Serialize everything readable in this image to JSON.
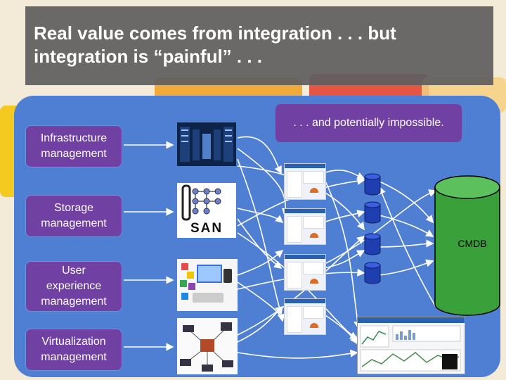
{
  "title": {
    "line1": "Real value comes from integration . . . but",
    "line2": "integration is “painful” . . ."
  },
  "callout": ". . . and potentially impossible.",
  "management_boxes": [
    {
      "line1": "Infrastructure",
      "line2": "management"
    },
    {
      "line1": "Storage",
      "line2": "management"
    },
    {
      "line1": "User",
      "line2": "experience",
      "line3": "management"
    },
    {
      "line1": "Virtualization",
      "line2": "management"
    }
  ],
  "images": {
    "server_room": "server-room-image",
    "san_label": "SAN",
    "user_experience": "user-experience-image",
    "network": "network-diagram-image",
    "dashboard": "dashboard-screenshot-image"
  },
  "cmdb_label": "CMDB",
  "colors": {
    "panel": "#4f7fd2",
    "box": "#7040a3",
    "title_bar": "#5f5f5f",
    "database": "#1f3fb0",
    "cmdb": "#3aa03a"
  }
}
